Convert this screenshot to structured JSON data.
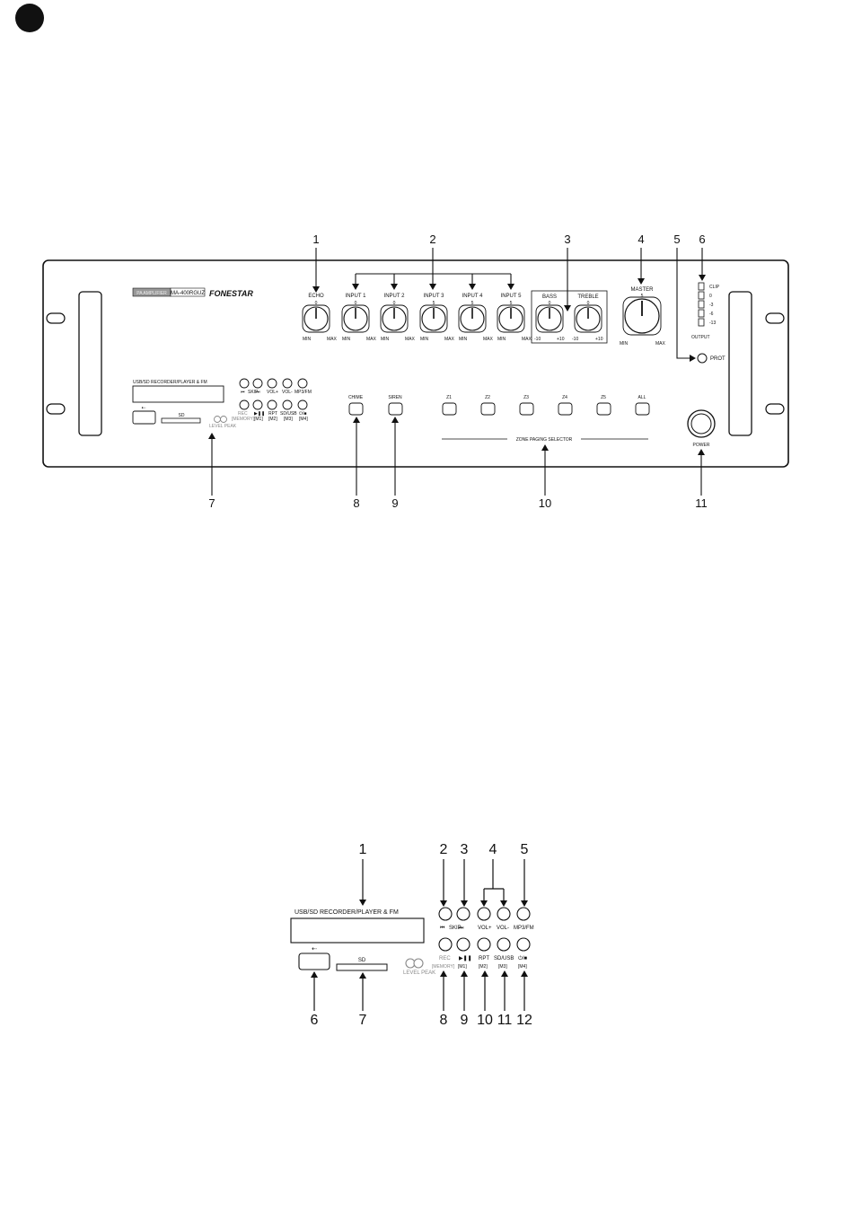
{
  "front_panel": {
    "callouts": [
      "1",
      "2",
      "3",
      "4",
      "5",
      "6",
      "7",
      "8",
      "9",
      "10",
      "11"
    ],
    "badge": "PA AMPLIFIER",
    "model": "MA-400RGUZ",
    "brand": "FONESTAR",
    "knob_labels": [
      "ECHO",
      "INPUT 1",
      "INPUT 2",
      "INPUT 3",
      "INPUT 4",
      "INPUT 5",
      "BASS",
      "TREBLE",
      "MASTER"
    ],
    "min_label": "MIN",
    "max_label": "MAX",
    "tone_min": "-10",
    "tone_max": "+10",
    "scale_zero": "0",
    "scale_mid": "5",
    "scale_top": "8",
    "meter_labels": [
      "CLIP",
      "0",
      "-3",
      "-6",
      "-13"
    ],
    "output_label": "OUTPUT",
    "prot_label": "PROT",
    "module_title": "USB/SD RECORDER/PLAYER & FM",
    "skip_label": "SKIP",
    "vol_plus": "VOL+",
    "vol_minus": "VOL-",
    "mp3fm": "MP3/FM",
    "rec_label": "REC",
    "memory_label": "[MEMORY]",
    "level_peak": "LEVEL PEAK",
    "play_label": "▶❚❚",
    "rpt_label": "RPT",
    "sdusb_label": "SD/USB",
    "power_sym": "⏻/■",
    "memory_keys": [
      "[M1]",
      "[M2]",
      "[M3]",
      "[M4]"
    ],
    "sd_label": "SD",
    "chime": "CHIME",
    "siren": "SIREN",
    "zones": [
      "Z1",
      "Z2",
      "Z3",
      "Z4",
      "Z5",
      "ALL"
    ],
    "zone_selector": "ZONE PAGING SELECTOR",
    "power": "POWER"
  },
  "detail": {
    "callouts": [
      "1",
      "2",
      "3",
      "4",
      "5",
      "6",
      "7",
      "8",
      "9",
      "10",
      "11",
      "12"
    ],
    "module_title": "USB/SD RECORDER/PLAYER & FM",
    "skip_label": "SKIP",
    "vol_plus": "VOL+",
    "vol_minus": "VOL-",
    "mp3fm": "MP3/FM",
    "rec_label": "REC",
    "memory_label": "[MEMORY]",
    "level_peak": "LEVEL PEAK",
    "play_label": "▶❚❚",
    "rpt_label": "RPT",
    "sdusb_label": "SD/USB",
    "power_sym": "⏻/■",
    "memory_keys": [
      "[M1]",
      "[M2]",
      "[M3]",
      "[M4]"
    ],
    "sd_label": "SD"
  }
}
